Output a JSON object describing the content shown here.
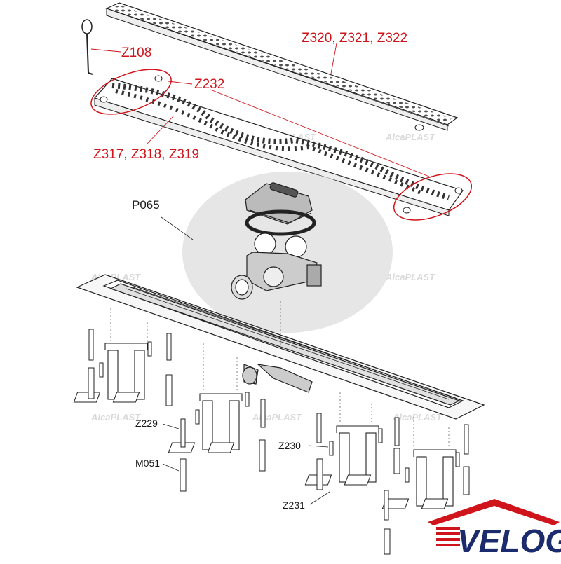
{
  "labels": {
    "grate_long": "Z320, Z321, Z322",
    "pin": "Z108",
    "screw_cover": "Z232",
    "grate_short": "Z317, Z318, Z319",
    "siphon": "P065",
    "screw_small": "Z229",
    "anchor": "M051",
    "screw_leg": "Z230",
    "bracket": "Z231"
  },
  "watermark": "AlcaPLAST",
  "logo": {
    "text": "VELOG"
  },
  "colors": {
    "red": "#d0141b",
    "logo_blue": "#1b2b6e",
    "logo_red": "#d0141b"
  }
}
